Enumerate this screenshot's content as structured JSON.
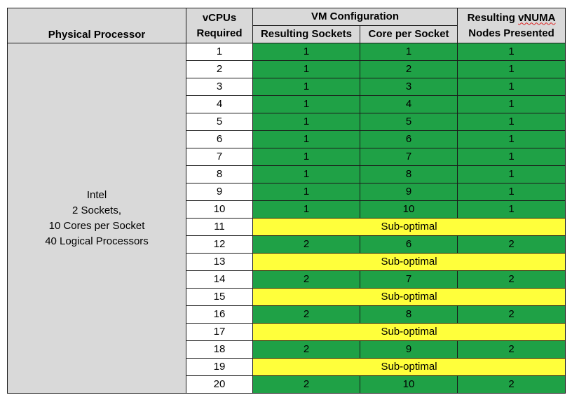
{
  "headers": {
    "physical_processor": "Physical Processor",
    "vcpus_line1": "vCPUs",
    "vcpus_line2": "Required",
    "vm_configuration": "VM Configuration",
    "resulting_sockets": "Resulting Sockets",
    "core_per_socket": "Core per Socket",
    "vnuma_line1_a": "Resulting ",
    "vnuma_line1_b": "vNUMA",
    "vnuma_line2": "Nodes Presented"
  },
  "processor": {
    "line1": "Intel",
    "line2": "2 Sockets,",
    "line3": "10 Cores per Socket",
    "line4": "40 Logical Processors"
  },
  "colors": {
    "header_bg": "#d9d9d9",
    "optimal_bg": "#1fa146",
    "suboptimal_bg": "#ffff3b"
  },
  "rows": [
    {
      "vcpus": "1",
      "sockets": "1",
      "cores": "1",
      "nodes": "1"
    },
    {
      "vcpus": "2",
      "sockets": "1",
      "cores": "2",
      "nodes": "1"
    },
    {
      "vcpus": "3",
      "sockets": "1",
      "cores": "3",
      "nodes": "1"
    },
    {
      "vcpus": "4",
      "sockets": "1",
      "cores": "4",
      "nodes": "1"
    },
    {
      "vcpus": "5",
      "sockets": "1",
      "cores": "5",
      "nodes": "1"
    },
    {
      "vcpus": "6",
      "sockets": "1",
      "cores": "6",
      "nodes": "1"
    },
    {
      "vcpus": "7",
      "sockets": "1",
      "cores": "7",
      "nodes": "1"
    },
    {
      "vcpus": "8",
      "sockets": "1",
      "cores": "8",
      "nodes": "1"
    },
    {
      "vcpus": "9",
      "sockets": "1",
      "cores": "9",
      "nodes": "1"
    },
    {
      "vcpus": "10",
      "sockets": "1",
      "cores": "10",
      "nodes": "1"
    },
    {
      "vcpus": "11",
      "note": "Sub-optimal"
    },
    {
      "vcpus": "12",
      "sockets": "2",
      "cores": "6",
      "nodes": "2"
    },
    {
      "vcpus": "13",
      "note": "Sub-optimal"
    },
    {
      "vcpus": "14",
      "sockets": "2",
      "cores": "7",
      "nodes": "2"
    },
    {
      "vcpus": "15",
      "note": "Sub-optimal"
    },
    {
      "vcpus": "16",
      "sockets": "2",
      "cores": "8",
      "nodes": "2"
    },
    {
      "vcpus": "17",
      "note": "Sub-optimal"
    },
    {
      "vcpus": "18",
      "sockets": "2",
      "cores": "9",
      "nodes": "2"
    },
    {
      "vcpus": "19",
      "note": "Sub-optimal"
    },
    {
      "vcpus": "20",
      "sockets": "2",
      "cores": "10",
      "nodes": "2"
    }
  ]
}
